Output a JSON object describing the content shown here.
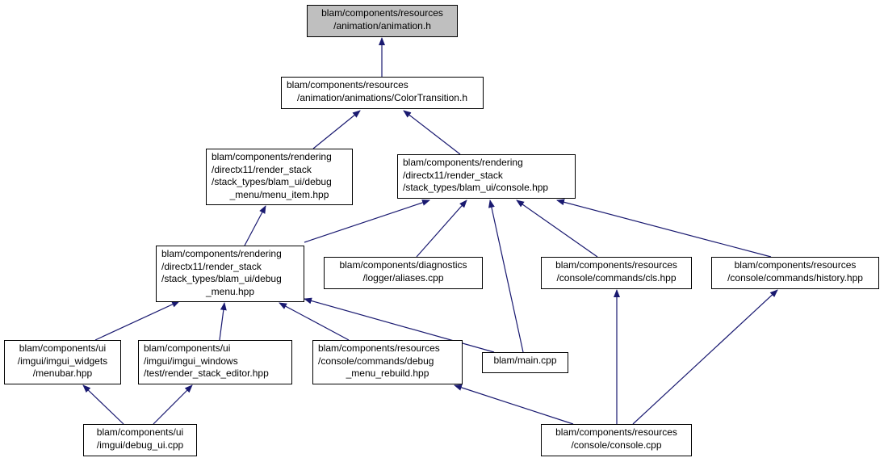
{
  "colors": {
    "edge": "#191970",
    "root_fill": "#bfbfbf",
    "node_fill": "#ffffff",
    "border": "#000000"
  },
  "nodes": {
    "n0": {
      "lines": [
        "blam/components/resources",
        "/animation/animation.h"
      ]
    },
    "n1": {
      "lines": [
        "blam/components/resources",
        "/animation/animations/ColorTransition.h"
      ]
    },
    "n2": {
      "lines": [
        "blam/components/rendering",
        "/directx11/render_stack",
        "/stack_types/blam_ui/debug",
        "_menu/menu_item.hpp"
      ]
    },
    "n3": {
      "lines": [
        "blam/components/rendering",
        "/directx11/render_stack",
        "/stack_types/blam_ui/console.hpp"
      ]
    },
    "n4": {
      "lines": [
        "blam/components/rendering",
        "/directx11/render_stack",
        "/stack_types/blam_ui/debug",
        "_menu.hpp"
      ]
    },
    "n5": {
      "lines": [
        "blam/components/diagnostics",
        "/logger/aliases.cpp"
      ]
    },
    "n6": {
      "lines": [
        "blam/components/resources",
        "/console/commands/cls.hpp"
      ]
    },
    "n7": {
      "lines": [
        "blam/components/resources",
        "/console/commands/history.hpp"
      ]
    },
    "n8": {
      "lines": [
        "blam/components/ui",
        "/imgui/imgui_widgets",
        "/menubar.hpp"
      ]
    },
    "n9": {
      "lines": [
        "blam/components/ui",
        "/imgui/imgui_windows",
        "/test/render_stack_editor.hpp"
      ]
    },
    "n10": {
      "lines": [
        "blam/components/resources",
        "/console/commands/debug",
        "_menu_rebuild.hpp"
      ]
    },
    "n11": {
      "lines": [
        "blam/main.cpp"
      ]
    },
    "n12": {
      "lines": [
        "blam/components/ui",
        "/imgui/debug_ui.cpp"
      ]
    },
    "n13": {
      "lines": [
        "blam/components/resources",
        "/console/console.cpp"
      ]
    }
  },
  "edges": [
    [
      "n1",
      "n0"
    ],
    [
      "n2",
      "n1"
    ],
    [
      "n3",
      "n1"
    ],
    [
      "n4",
      "n2"
    ],
    [
      "n4",
      "n3"
    ],
    [
      "n5",
      "n3"
    ],
    [
      "n11",
      "n3"
    ],
    [
      "n6",
      "n3"
    ],
    [
      "n7",
      "n3"
    ],
    [
      "n8",
      "n4"
    ],
    [
      "n9",
      "n4"
    ],
    [
      "n10",
      "n4"
    ],
    [
      "n11",
      "n4"
    ],
    [
      "n12",
      "n8"
    ],
    [
      "n12",
      "n9"
    ],
    [
      "n13",
      "n10"
    ],
    [
      "n13",
      "n6"
    ],
    [
      "n13",
      "n7"
    ]
  ]
}
